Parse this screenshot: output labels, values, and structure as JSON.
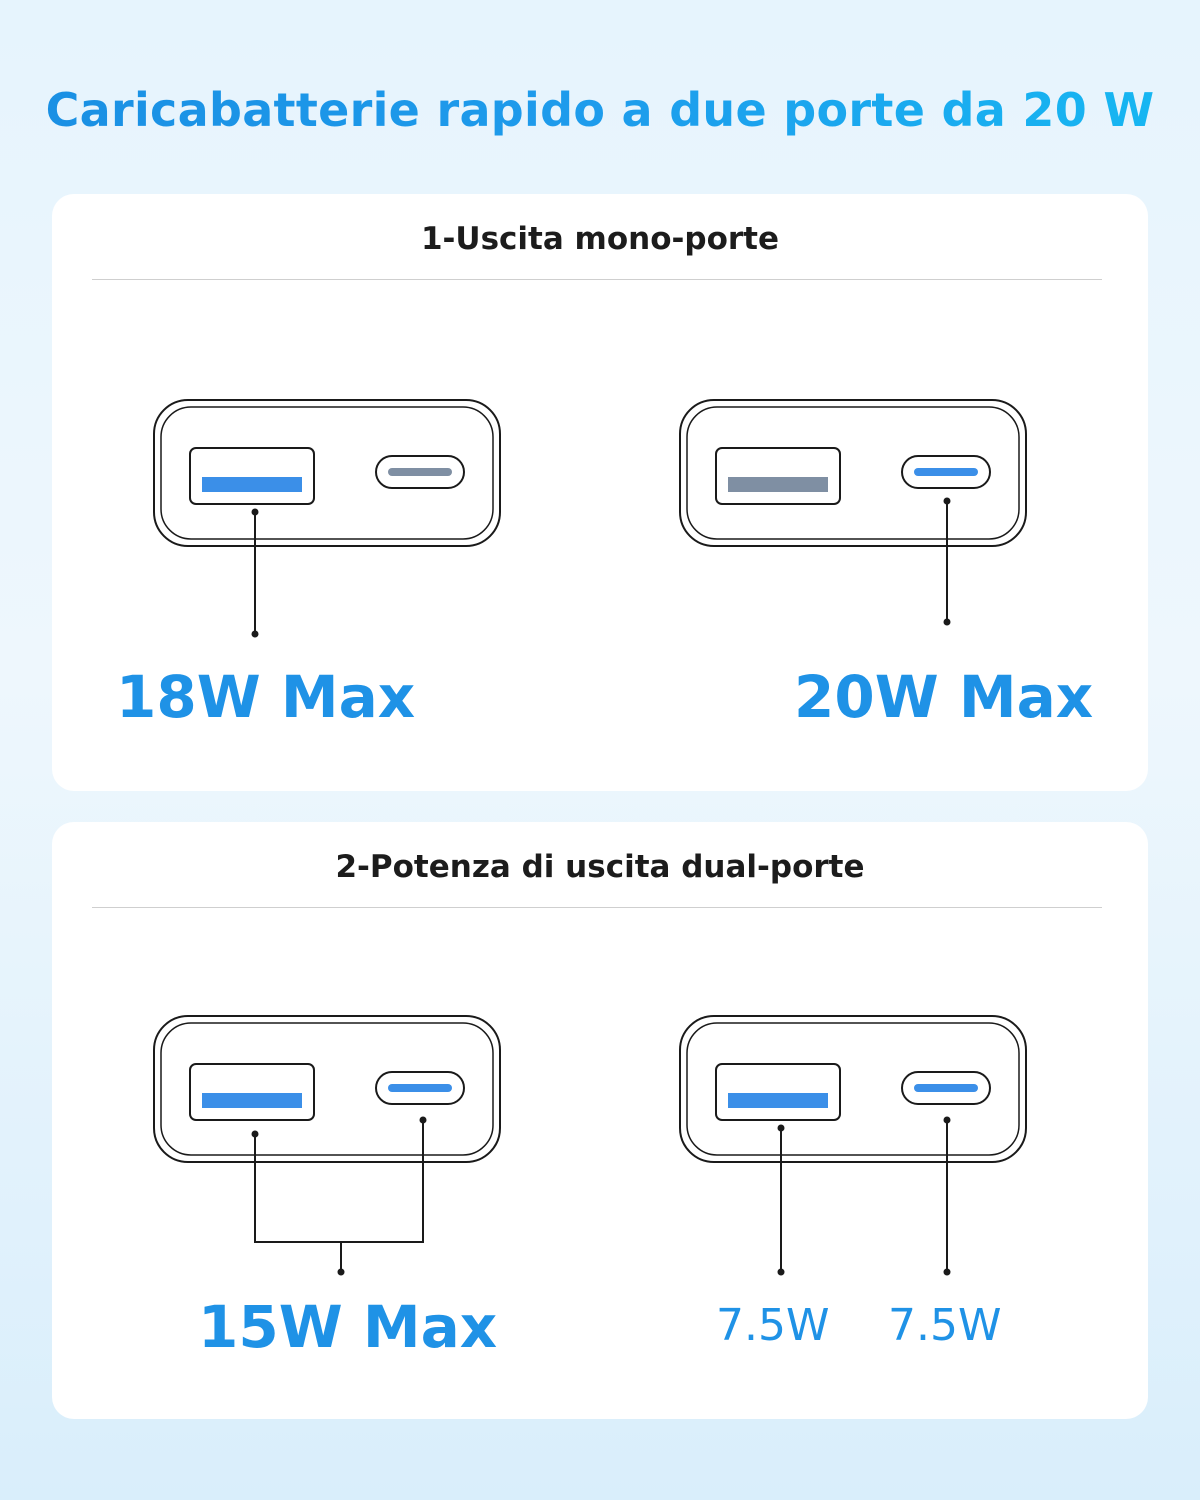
{
  "title": "Caricabatterie rapido a due porte da 20 W",
  "colors": {
    "accent": "#1f92e6",
    "port_fill": "#3b8fe8",
    "text": "#1c1c1c"
  },
  "section1": {
    "title": "1-Uscita mono-porte",
    "left_label": "18W Max",
    "right_label": "20W Max"
  },
  "section2": {
    "title": "2-Potenza di uscita dual-porte",
    "left_label": "15W Max",
    "right_label_usb_a": "7.5W",
    "right_label_usb_c": "7.5W"
  },
  "icons": [
    "charger-front-icon",
    "usb-a-port-icon",
    "usb-c-port-icon"
  ]
}
